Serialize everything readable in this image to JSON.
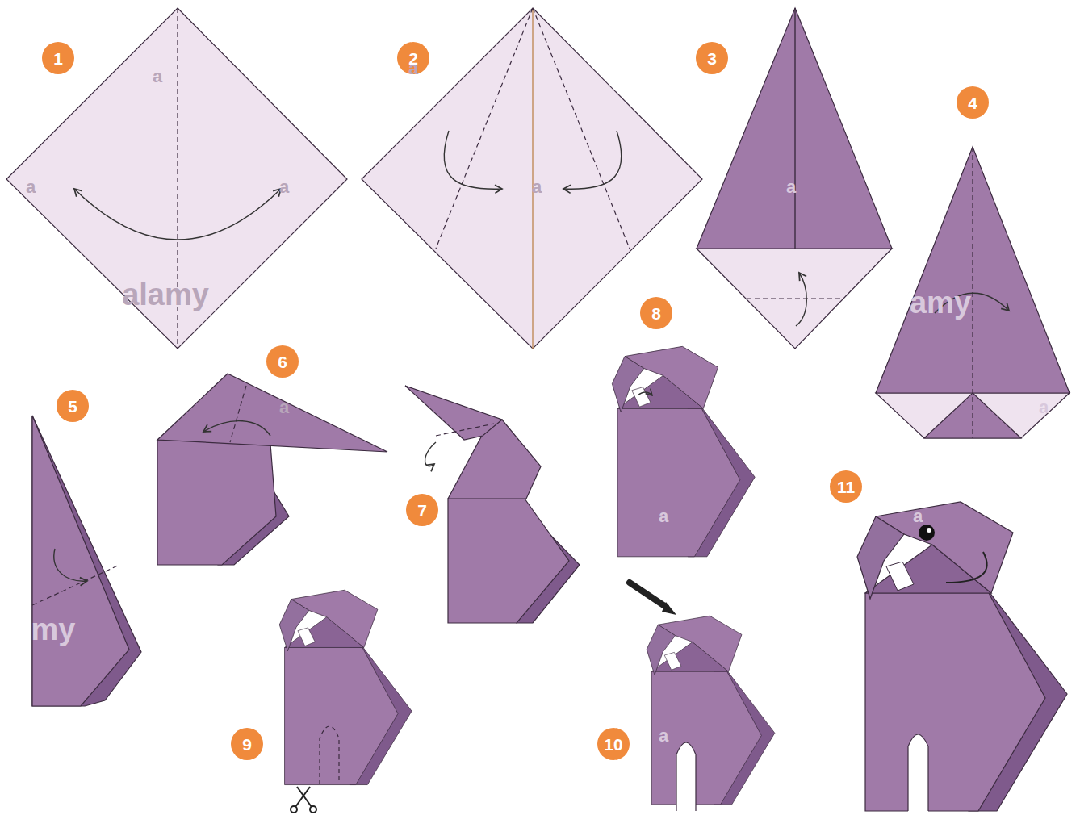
{
  "diagram": {
    "nodes": [
      {
        "text": [
          "1"
        ]
      },
      {
        "text": [
          "2"
        ]
      },
      {
        "text": [
          "3"
        ]
      },
      {
        "text": [
          "4"
        ]
      },
      {
        "text": [
          "5"
        ]
      },
      {
        "text": [
          "6"
        ]
      },
      {
        "text": [
          "7"
        ]
      },
      {
        "text": [
          "8"
        ]
      },
      {
        "text": [
          "9"
        ]
      },
      {
        "text": [
          "10"
        ]
      },
      {
        "text": [
          "11"
        ]
      }
    ],
    "labels": [
      "a",
      "a",
      "a",
      "alamy",
      "a",
      "a",
      "a",
      "amy",
      "a",
      "my",
      "a",
      "a",
      "a",
      "a"
    ]
  }
}
